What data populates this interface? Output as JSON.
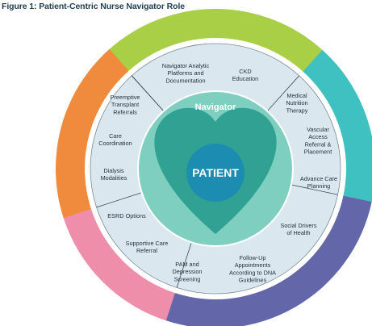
{
  "figure_title": "Figure 1: Patient-Centric Nurse Navigator Role",
  "center": {
    "navigator": "Navigator",
    "patient": "PATIENT"
  },
  "colors": {
    "green": "#a8cf45",
    "teal": "#3fc1c1",
    "purple": "#6367a9",
    "pink": "#ef8eaa",
    "orange": "#f08a3c",
    "inner_ring": "#dbe7ef",
    "heart": "#2a9d90",
    "patient_circle": "#1c8db0"
  },
  "items": [
    {
      "id": "navigator-analytic",
      "lines": [
        "Navigator Analytic",
        "Platforms and",
        "Documentation"
      ]
    },
    {
      "id": "ckd-education",
      "lines": [
        "CKD",
        "Education"
      ]
    },
    {
      "id": "medical-nutrition",
      "lines": [
        "Medical",
        "Nutrition",
        "Therapy"
      ]
    },
    {
      "id": "vascular-access",
      "lines": [
        "Vascular",
        "Access",
        "Referral &",
        "Placement"
      ]
    },
    {
      "id": "advance-care",
      "lines": [
        "Advance Care",
        "Planning"
      ]
    },
    {
      "id": "social-drivers",
      "lines": [
        "Social Drivers",
        "of Health"
      ]
    },
    {
      "id": "follow-up",
      "lines": [
        "Follow-Up",
        "Appointments",
        "According to DNA",
        "Guidelines"
      ]
    },
    {
      "id": "pam-depression",
      "lines": [
        "PAM and",
        "Depression",
        "Screening"
      ]
    },
    {
      "id": "supportive-care",
      "lines": [
        "Supportive Care",
        "Referral"
      ]
    },
    {
      "id": "esrd-options",
      "lines": [
        "ESRD Options"
      ]
    },
    {
      "id": "dialysis-modalities",
      "lines": [
        "Dialysis",
        "Modalities"
      ]
    },
    {
      "id": "care-coordination",
      "lines": [
        "Care",
        "Coordination"
      ]
    },
    {
      "id": "preemptive-transplant",
      "lines": [
        "Preemptive",
        "Transplant",
        "Referrals"
      ]
    }
  ]
}
